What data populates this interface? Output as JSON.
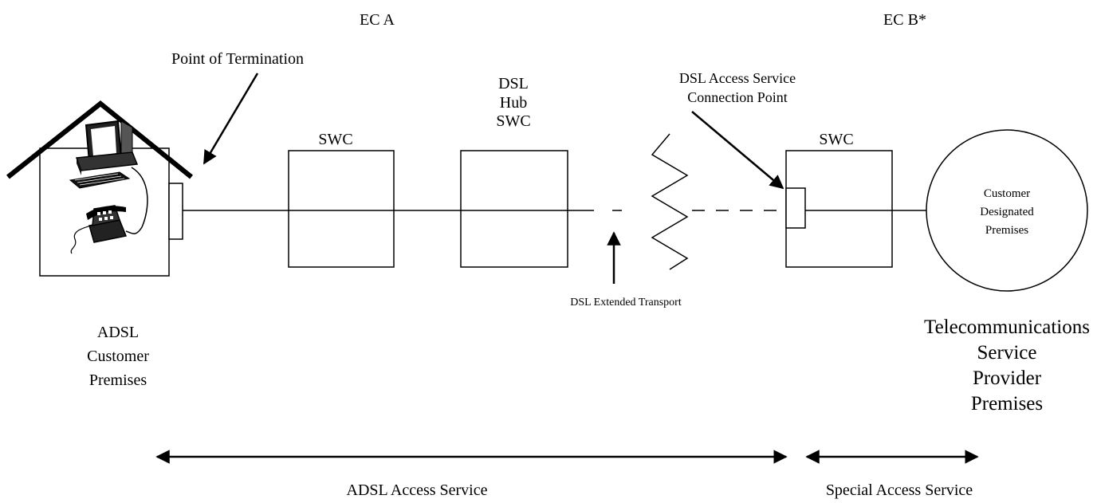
{
  "header": {
    "ec_a": "EC A",
    "ec_b": "EC B*"
  },
  "labels": {
    "point_of_termination": "Point of Termination",
    "swc_1": "SWC",
    "dsl_hub_lines": [
      "DSL",
      "Hub",
      "SWC"
    ],
    "swc_3": "SWC",
    "connection_point_lines": [
      "DSL Access Service",
      "Connection Point"
    ],
    "customer_designated_lines": [
      "Customer",
      "Designated",
      "Premises"
    ],
    "extended_transport": "DSL Extended Transport",
    "adsl_premises_lines": [
      "ADSL",
      "Customer",
      "Premises"
    ],
    "telecom_premises_lines": [
      "Telecommunications",
      "Service",
      "Provider",
      "Premises"
    ]
  },
  "services": {
    "adsl_access": "ADSL Access Service",
    "special_access": "Special Access Service"
  },
  "icons": {
    "computer": "computer-icon",
    "telephone": "telephone-icon"
  }
}
